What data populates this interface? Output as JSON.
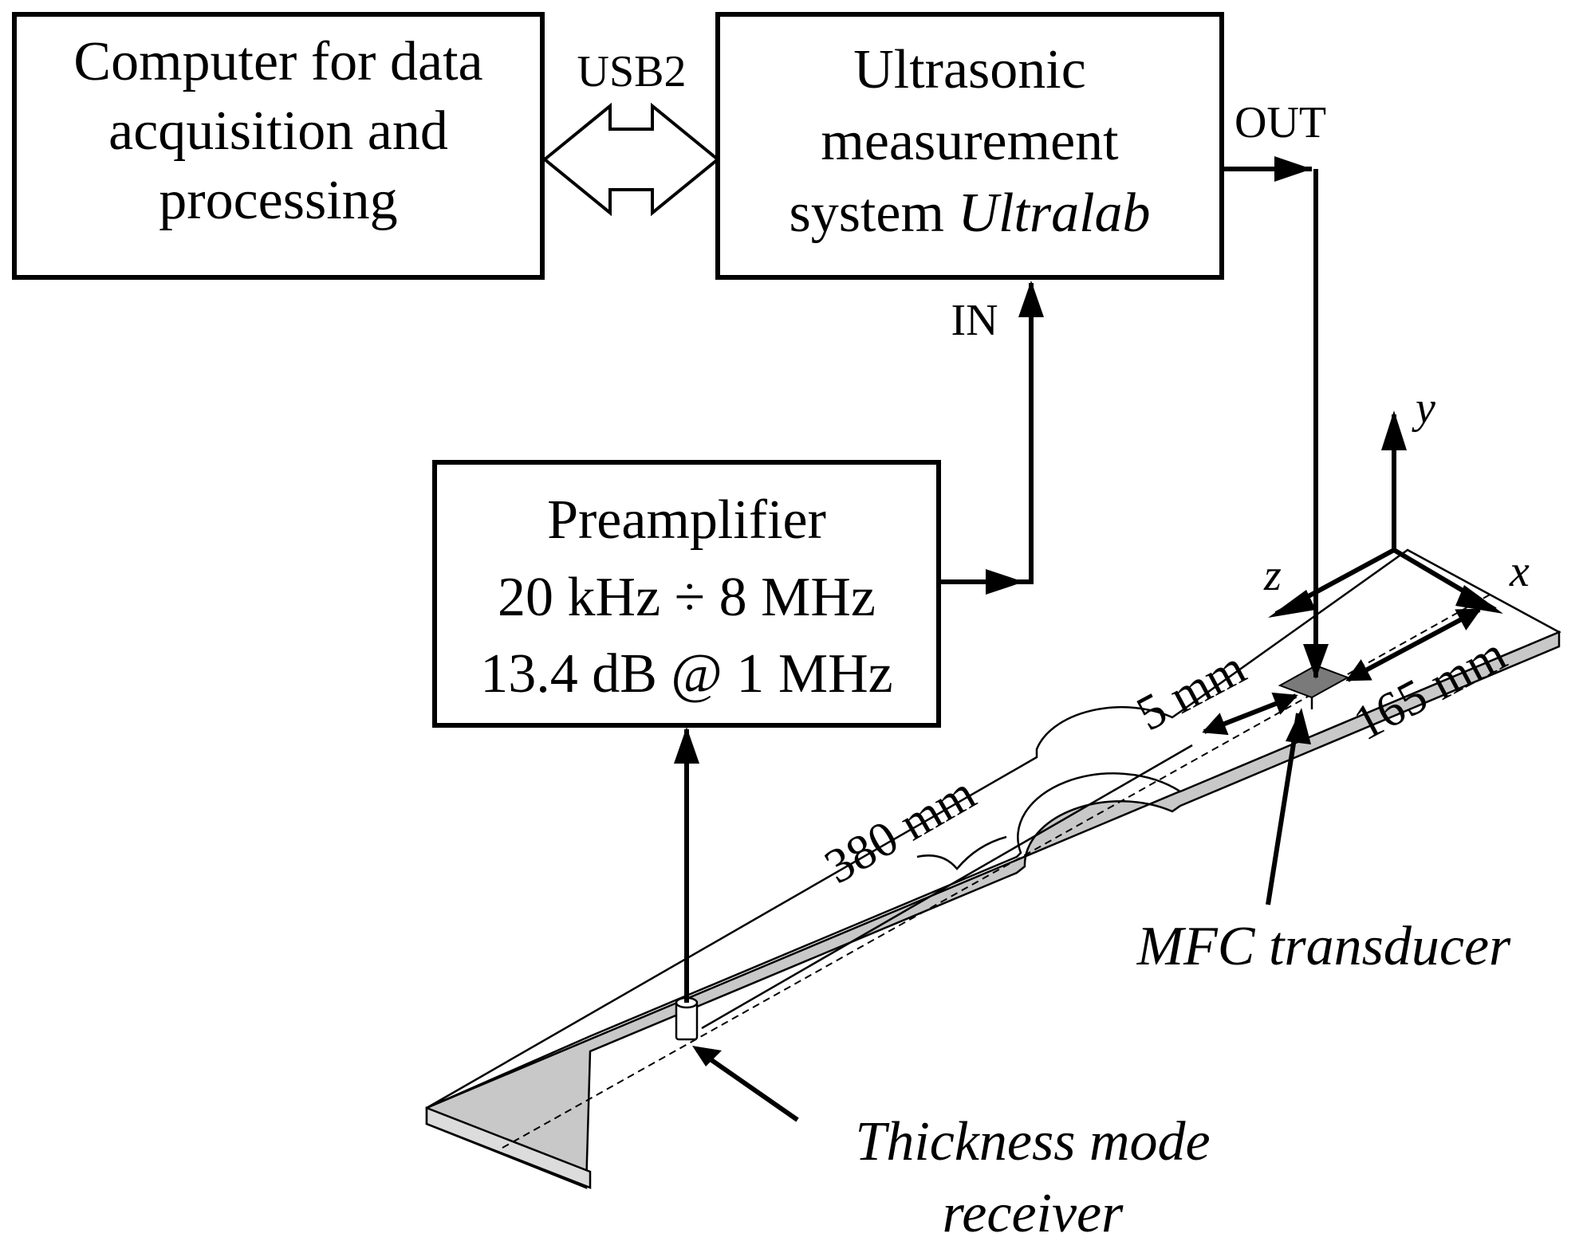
{
  "blocks": {
    "computer": [
      "Computer for data",
      "acquisition and",
      "processing"
    ],
    "ultralab": {
      "line1": "Ultrasonic",
      "line2": "measurement",
      "line3_prefix": "system ",
      "line3_italic": "Ultralab"
    },
    "preamp": [
      "Preamplifier",
      "20 kHz ÷ 8 MHz",
      "13.4 dB @ 1 MHz"
    ]
  },
  "ports": {
    "usb": "USB2",
    "out": "OUT",
    "in": "IN"
  },
  "axes": {
    "x": "x",
    "y": "y",
    "z": "z"
  },
  "dimensions": {
    "length": "380 mm",
    "offset": "5 mm",
    "distance": "165 mm"
  },
  "callouts": {
    "mfc": "MFC transducer",
    "receiver": [
      "Thickness mode",
      "receiver"
    ]
  },
  "colors": {
    "line": "#000000",
    "specimen_edge": "#c8c8c8",
    "transducer": "#7a7a7a"
  }
}
